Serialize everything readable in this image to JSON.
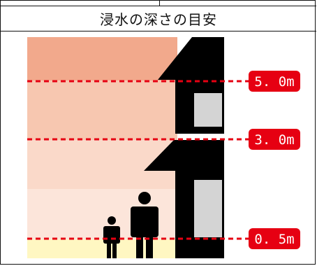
{
  "title": "浸水の深さの目安",
  "levels": [
    {
      "label": "5. 0m"
    },
    {
      "label": "3. 0m"
    },
    {
      "label": "0. 5m"
    }
  ],
  "colors": {
    "zone_top": "#F2A98C",
    "zone_upper": "#F7C7B0",
    "zone_middle": "#FAD9C9",
    "zone_lower": "#FCE5DA",
    "zone_ground": "#FFF7C2",
    "dashed_line": "#E60012",
    "badge": "#E60012",
    "house": "#000000",
    "window": "#D4D4D4"
  },
  "icons": {
    "house": "house-silhouette-icon",
    "adult": "adult-person-icon",
    "child": "child-person-icon"
  }
}
